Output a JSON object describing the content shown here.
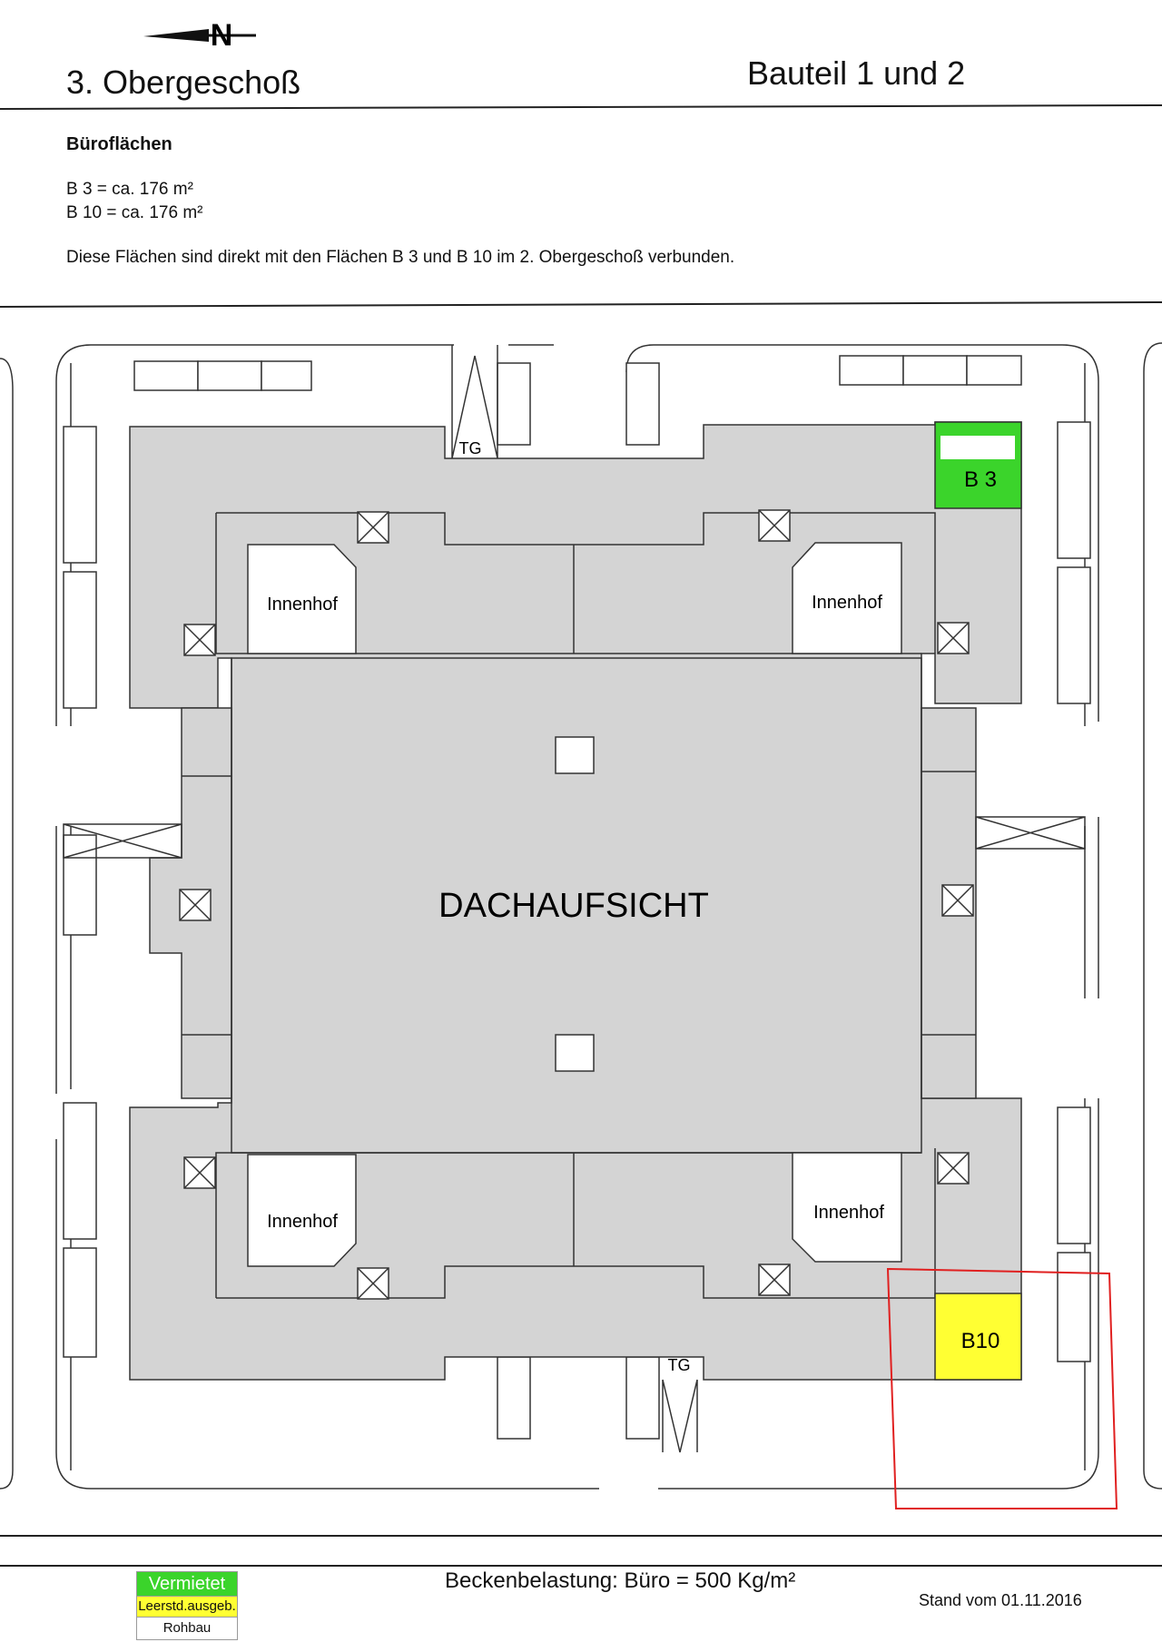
{
  "header": {
    "floor_title": "3. Obergeschoß",
    "bauteil": "Bauteil 1 und 2",
    "north_label": "N"
  },
  "office_section": {
    "title": "Büroflächen",
    "areas": [
      {
        "label": "B   3  =  ca. 176 m²"
      },
      {
        "label": "B 10  =  ca. 176 m²"
      }
    ],
    "note": "Diese Flächen sind direkt mit den Flächen B 3 und B 10 im 2. Obergeschoß verbunden."
  },
  "plan": {
    "main_label": "DACHAUFSICHT",
    "courtyards": [
      "Innenhof",
      "Innenhof",
      "Innenhof",
      "Innenhof"
    ],
    "garage_labels": [
      "TG",
      "TG"
    ],
    "units": [
      {
        "label": "B 3",
        "status": "Vermietet",
        "color": "#3bd42b"
      },
      {
        "label": "B10",
        "status": "Leerstd.ausgeb.",
        "color": "#ffff33"
      }
    ],
    "building_color": "#d4d4d4",
    "highlight_color": "#e02020"
  },
  "legend": [
    {
      "label": "Vermietet",
      "color": "#3bd42b"
    },
    {
      "label": "Leerstd.ausgeb.",
      "color": "#ffff33"
    },
    {
      "label": "Rohbau",
      "color": "#ffffff"
    }
  ],
  "footer": {
    "load": "Beckenbelastung: Büro = 500 Kg/m²",
    "stand": "Stand vom 01.11.2016"
  }
}
